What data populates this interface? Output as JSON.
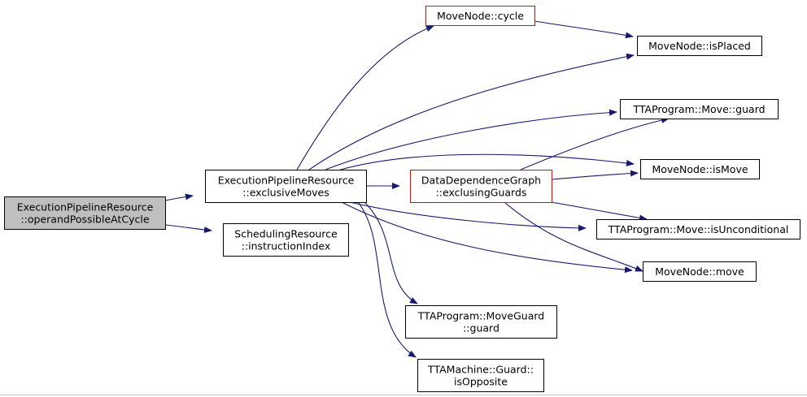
{
  "colors": {
    "edge": "#191970",
    "node_border": "#000000",
    "node_border_truncated": "#ff0000",
    "root_fill": "#bfbfbf",
    "node_fill": "#ffffff"
  },
  "nodes": [
    {
      "id": "root",
      "lines": [
        "ExecutionPipelineResource",
        "::operandPossibleAtCycle"
      ],
      "style": "root"
    },
    {
      "id": "exclusiveMoves",
      "lines": [
        "ExecutionPipelineResource",
        "::exclusiveMoves"
      ],
      "style": "normal"
    },
    {
      "id": "instructionIndex",
      "lines": [
        "SchedulingResource",
        "::instructionIndex"
      ],
      "style": "normal"
    },
    {
      "id": "cycle",
      "lines": [
        "MoveNode::cycle"
      ],
      "style": "truncated"
    },
    {
      "id": "isPlaced",
      "lines": [
        "MoveNode::isPlaced"
      ],
      "style": "normal"
    },
    {
      "id": "moveGuard",
      "lines": [
        "TTAProgram::Move::guard"
      ],
      "style": "normal"
    },
    {
      "id": "ddg",
      "lines": [
        "DataDependenceGraph",
        "::exclusingGuards"
      ],
      "style": "truncated"
    },
    {
      "id": "isMove",
      "lines": [
        "MoveNode::isMove"
      ],
      "style": "normal"
    },
    {
      "id": "isUnconditional",
      "lines": [
        "TTAProgram::Move::isUnconditional"
      ],
      "style": "normal"
    },
    {
      "id": "move",
      "lines": [
        "MoveNode::move"
      ],
      "style": "normal"
    },
    {
      "id": "moveGuardGuard",
      "lines": [
        "TTAProgram::MoveGuard",
        "::guard"
      ],
      "style": "normal"
    },
    {
      "id": "isOpposite",
      "lines": [
        "TTAMachine::Guard::",
        "isOpposite"
      ],
      "style": "normal"
    }
  ],
  "edges": [
    {
      "from": "root",
      "to": "exclusiveMoves"
    },
    {
      "from": "root",
      "to": "instructionIndex"
    },
    {
      "from": "exclusiveMoves",
      "to": "cycle"
    },
    {
      "from": "exclusiveMoves",
      "to": "isPlaced"
    },
    {
      "from": "exclusiveMoves",
      "to": "moveGuard"
    },
    {
      "from": "exclusiveMoves",
      "to": "isMove"
    },
    {
      "from": "exclusiveMoves",
      "to": "ddg"
    },
    {
      "from": "exclusiveMoves",
      "to": "isUnconditional"
    },
    {
      "from": "exclusiveMoves",
      "to": "move"
    },
    {
      "from": "exclusiveMoves",
      "to": "moveGuardGuard"
    },
    {
      "from": "exclusiveMoves",
      "to": "isOpposite"
    },
    {
      "from": "cycle",
      "to": "isPlaced"
    },
    {
      "from": "ddg",
      "to": "moveGuard"
    },
    {
      "from": "ddg",
      "to": "isMove"
    },
    {
      "from": "ddg",
      "to": "isUnconditional"
    },
    {
      "from": "ddg",
      "to": "move"
    }
  ]
}
